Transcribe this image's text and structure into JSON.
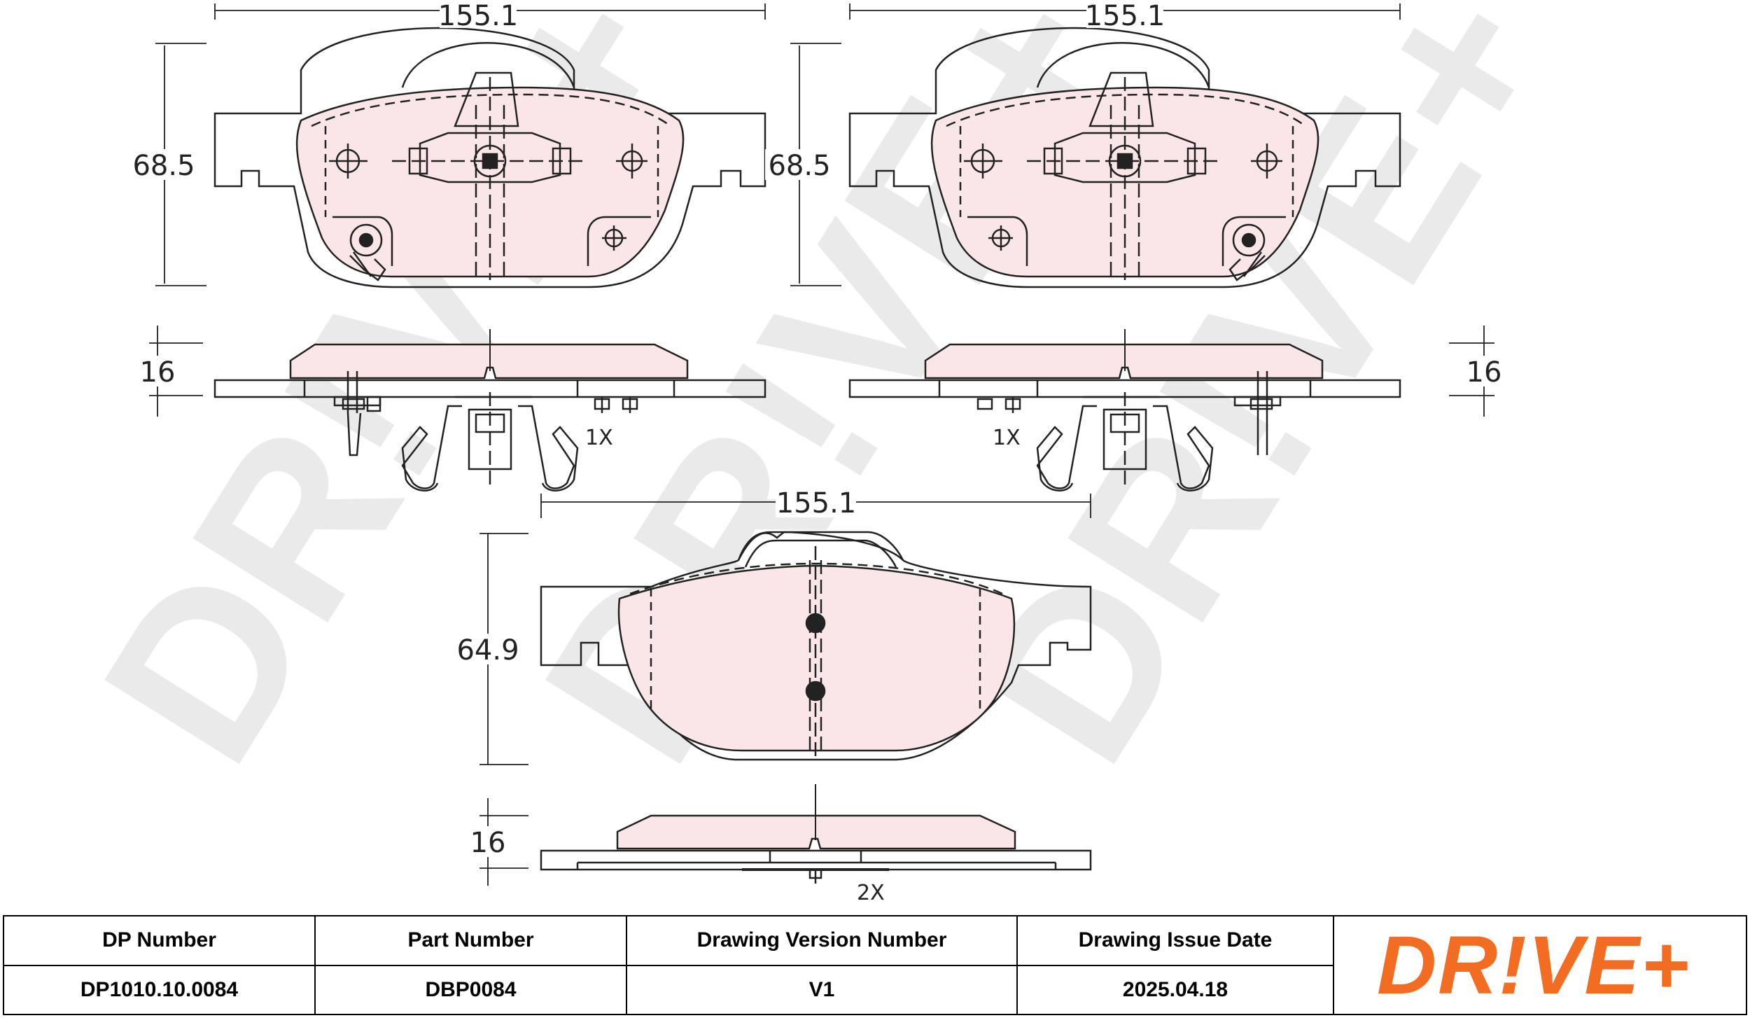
{
  "colors": {
    "pad_fill": "#fbe6e7",
    "line": "#222222",
    "watermark": "#eaeaea",
    "brand_orange": "#f26d21"
  },
  "watermark": {
    "text": "DR!VE+"
  },
  "dimensions": {
    "top_left_width": "155.1",
    "top_left_height": "68.5",
    "top_right_width": "155.1",
    "top_right_height": "68.5",
    "side_left_thickness": "16",
    "side_right_thickness": "16",
    "bottom_width": "155.1",
    "bottom_height": "64.9",
    "bottom_thickness": "16"
  },
  "notes": {
    "left_qty": "1X",
    "right_qty": "1X",
    "bottom_qty": "2X"
  },
  "table": {
    "headers": [
      "DP Number",
      "Part Number",
      "Drawing Version Number",
      "Drawing Issue Date"
    ],
    "values": [
      "DP1010.10.0084",
      "DBP0084",
      "V1",
      "2025.04.18"
    ]
  },
  "logo": {
    "text": "DR!VE+",
    "icon": "drive-plus-logo"
  }
}
